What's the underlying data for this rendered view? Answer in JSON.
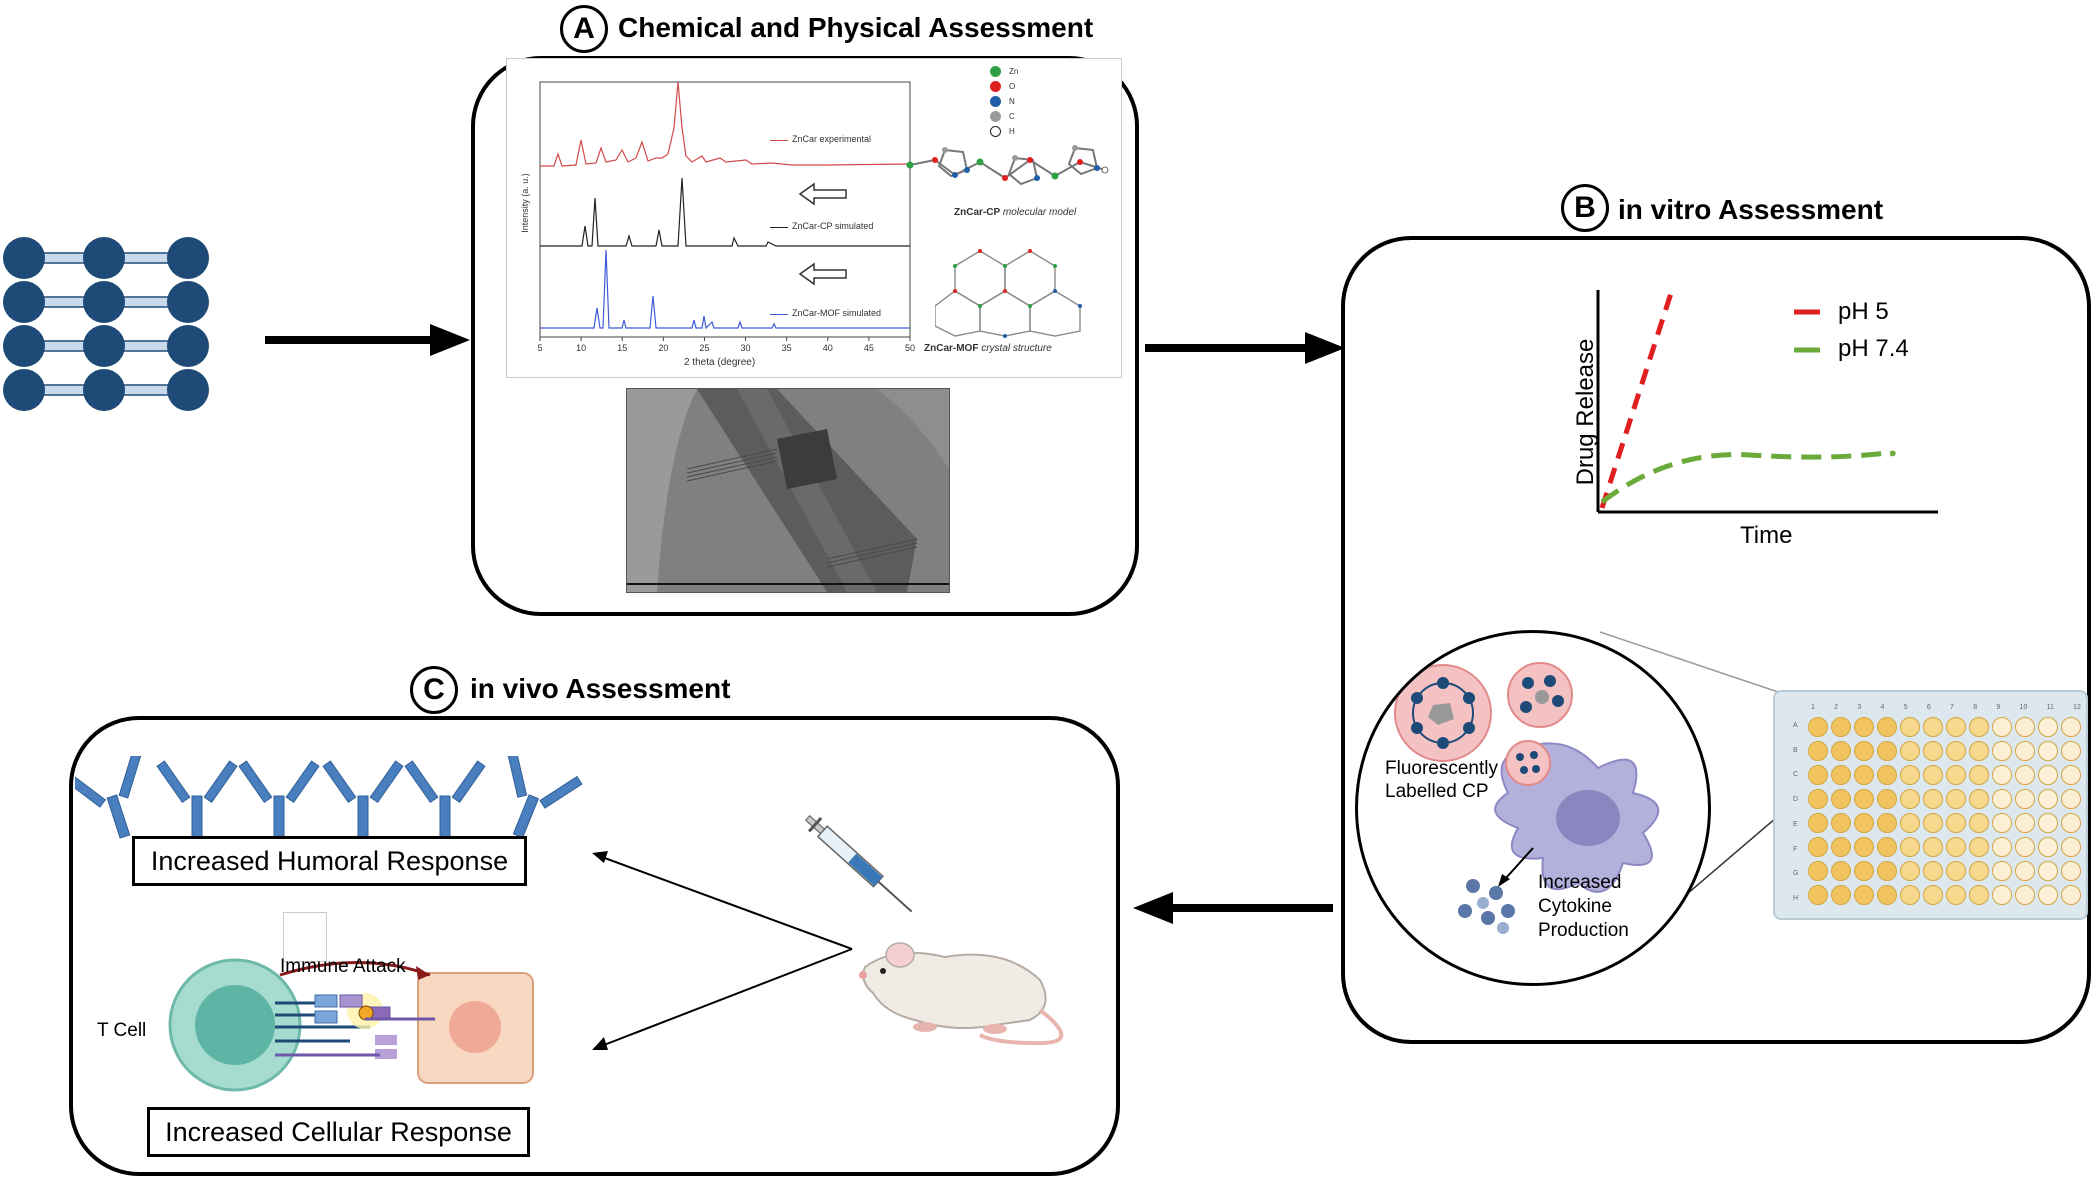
{
  "panel_a": {
    "badge": "A",
    "title": "Chemical and Physical Assessment",
    "xrd": {
      "series": [
        {
          "name": "ZnCar experimental",
          "color": "#d24a4a"
        },
        {
          "name": "ZnCar-CP simulated",
          "color": "#222222"
        },
        {
          "name": "ZnCar-MOF simulated",
          "color": "#3f5bd6"
        }
      ],
      "ylabel": "Intensity (a. u.)",
      "xlabel": "2 theta (degree)",
      "xticks": [
        "5",
        "10",
        "15",
        "20",
        "25",
        "30",
        "35",
        "40",
        "45",
        "50"
      ]
    },
    "legend": {
      "items": [
        {
          "label": "Zn",
          "color": "#2ea043"
        },
        {
          "label": "O",
          "color": "#e02020"
        },
        {
          "label": "N",
          "color": "#1f5fa8"
        },
        {
          "label": "C",
          "color": "#9a9a9a"
        },
        {
          "label": "H",
          "color": "#ffffff"
        }
      ]
    },
    "cp_caption_bold": "ZnCar-CP",
    "cp_caption_rest": " molecular model",
    "mof_caption_bold": "ZnCar-MOF",
    "mof_caption_rest": " crystal structure"
  },
  "panel_b": {
    "badge": "B",
    "title": "in vitro Assessment",
    "chart": {
      "ylabel": "Drug Release",
      "xlabel": "Time",
      "legend": [
        {
          "label": "pH 5",
          "color": "#e02020"
        },
        {
          "label": "pH 7.4",
          "color": "#6aaa3a"
        }
      ]
    },
    "cell_label_1": "Fluorescently",
    "cell_label_2": "Labelled CP",
    "cytokine_1": "Increased",
    "cytokine_2": "Cytokine",
    "cytokine_3": "Production",
    "plate_cols": [
      "1",
      "2",
      "3",
      "4",
      "5",
      "6",
      "7",
      "8",
      "9",
      "10",
      "11",
      "12"
    ],
    "plate_rows": [
      "A",
      "B",
      "C",
      "D",
      "E",
      "F",
      "G",
      "H"
    ]
  },
  "panel_c": {
    "badge": "C",
    "title": "in vivo Assessment",
    "humoral": "Increased Humoral Response",
    "cellular": "Increased Cellular Response",
    "immune_attack": "Immune Attack",
    "t_cell": "T Cell"
  },
  "colors": {
    "mof_blue": "#1e4a78",
    "mof_link": "#c9d8ea",
    "antibody": "#4a7fbf",
    "pH5": "#e02020",
    "pH74": "#6aaa3a"
  }
}
